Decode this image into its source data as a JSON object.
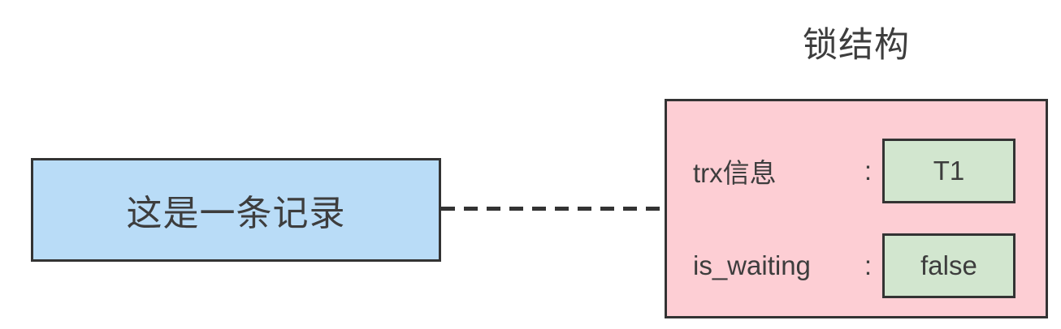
{
  "diagram": {
    "title": "锁结构",
    "record_box": {
      "label": "这是一条记录"
    },
    "lock_box": {
      "rows": [
        {
          "label": "trx信息",
          "separator": ":",
          "value": "T1"
        },
        {
          "label": "is_waiting",
          "separator": ":",
          "value": "false"
        }
      ]
    },
    "colors": {
      "record_fill": "#b9dcf7",
      "lock_fill": "#fdced4",
      "value_fill": "#d2e6cf",
      "border": "#333333",
      "text": "#3d3d3d",
      "connector": "#333333"
    }
  }
}
